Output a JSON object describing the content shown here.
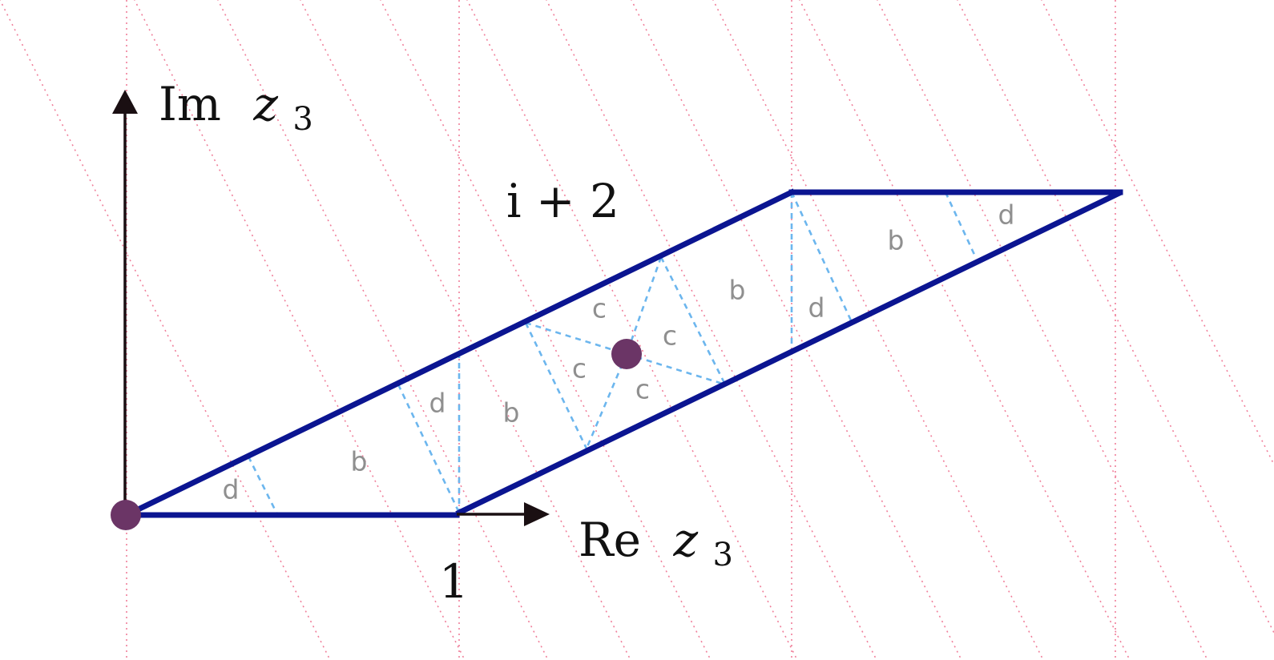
{
  "axes": {
    "im_label": "Im",
    "re_label": "Re",
    "variable": "z",
    "subscript": "3"
  },
  "labels": {
    "corner_top": "i + 2",
    "corner_bottom": "1"
  },
  "regions": [
    {
      "id": "d1",
      "text": "d"
    },
    {
      "id": "b1",
      "text": "b"
    },
    {
      "id": "d2",
      "text": "d"
    },
    {
      "id": "b2",
      "text": "b"
    },
    {
      "id": "c1",
      "text": "c"
    },
    {
      "id": "c2",
      "text": "c"
    },
    {
      "id": "c3",
      "text": "c"
    },
    {
      "id": "c4",
      "text": "c"
    },
    {
      "id": "b3",
      "text": "b"
    },
    {
      "id": "d3",
      "text": "d"
    },
    {
      "id": "b4",
      "text": "b"
    },
    {
      "id": "d4",
      "text": "d"
    }
  ],
  "colors": {
    "boundary": "#0b1591",
    "grid": "#f07f9a",
    "cells": "#6cb6ee",
    "points": "#6b3566",
    "region_text": "#8f8f8f"
  }
}
